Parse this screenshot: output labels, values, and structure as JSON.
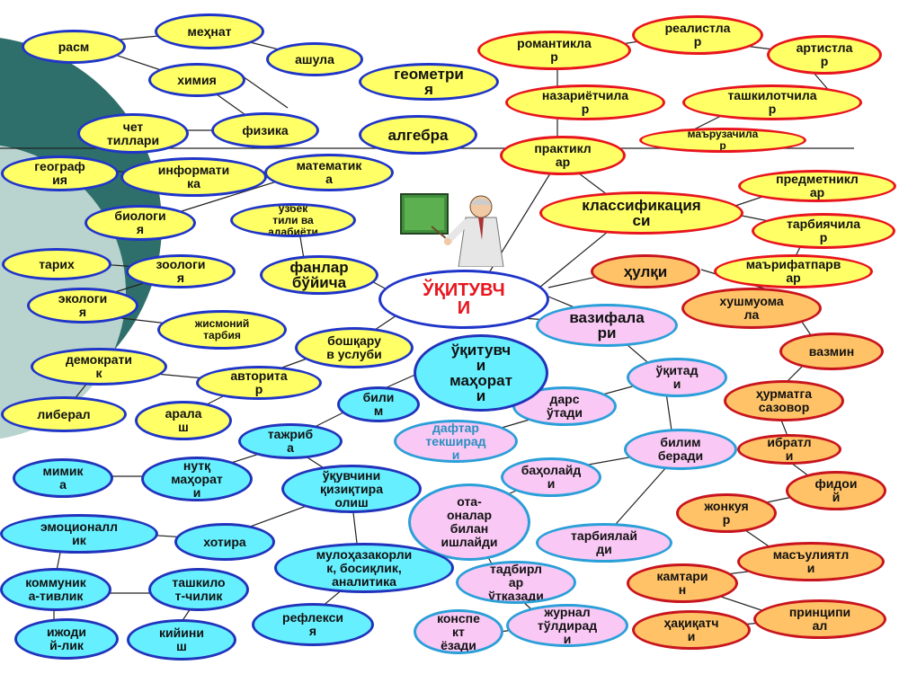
{
  "center": {
    "label": "ЎҚИТУВЧ\nИ"
  },
  "nodes": {
    "rasm": "расм",
    "mehnat": "меҳнат",
    "ashula": "ашула",
    "kimyo": "химия",
    "geometriya": "геометри\nя",
    "chet_tillari": "чет\nтиллари",
    "fizika": "физика",
    "algebra": "алгебра",
    "geografiya": "географ\nия",
    "informatika": "информати\nка",
    "matematika": "математик\nа",
    "biologiya": "биологи\nя",
    "uzbek_tili": "ўзбек\nтили ва\nадабиёти",
    "tarix": "тарих",
    "zoologiya": "зоологи\nя",
    "fanlar_buyicha": "фанлар\nбўйича",
    "ekologiya": "экологи\nя",
    "jismoniy": "жисмоний\nтарбия",
    "romantiklar": "романтикла\nр",
    "realistlar": "реалистла\nр",
    "artistlar": "артистла\nр",
    "nazariyotchilar": "назариётчила\nр",
    "tashkilotchilar": "ташкилотчила\nр",
    "amaliyotchilar": "практикл\nар",
    "maruzachilar": "маърузачила\nр",
    "predmetniklar": "предметникл\nар",
    "klassifikatsiya": "классификация\nси",
    "tarbiyachilar": "тарбиячила\nр",
    "marifatparvar": "маърифатпарв\nар",
    "xulqi": "ҳулқи",
    "xushmuomala": "хушмуома\nла",
    "vazmin": "вазмин",
    "hurmatga": "ҳурматга\nсазовор",
    "ibratli": "ибратл\nи",
    "fidoiy": "фидои\nй",
    "jonkuyar": "жонкуя\nр",
    "masuliyatli": "масъулиятл\nи",
    "kamtarin": "камтари\nн",
    "printsipial": "принципи\nал",
    "haqiqatchi": "ҳақиқатч\nи",
    "vazifalari": "вазифала\nри",
    "uqitadi": "ўқитад\nи",
    "dars_utadi": "дарс\nўтади",
    "daftar": "дафтар\nтекширад\nи",
    "bilim_beradi": "билим\nберади",
    "baholaydi": "баҳолайд\nи",
    "ota_onalar": "ота-\nоналар\nбилан\nишлайди",
    "tarbiyalaydi": "тарбиялай\nди",
    "tadbirlar": "тадбирл\nар\nўтказади",
    "jurnal": "журнал\nтўлдирад\nи",
    "konspekt": "конспе\nкт\nёзади",
    "boshqaruv": "бошқару\nв услуби",
    "demokratik": "демократи\nк",
    "avtoritar": "авторита\nр",
    "liberal": "либерал",
    "aralash": "арала\nш",
    "mahorati": "ўқитувч\nи\nмаҳорат\nи",
    "bilim": "били\nм",
    "tajriba": "тажриб\nа",
    "mimika": "мимик\nа",
    "nutq": "нутқ\nмаҳорат\nи",
    "qiziqtira": "ўқувчини\nқизиқтира\nолиш",
    "emotsional": "эмоционалл\nик",
    "xotira": "хотира",
    "muloxaza": "мулоҳазакорли\nк, босиқлик,\nаналитика",
    "kommunikativ": "коммуник\nа-тивлик",
    "tashkilotchilik": "ташкило\nт-чилик",
    "ijodiylik": "ижоди\nй-лик",
    "kiyinish": "кийини\nш",
    "refleksiya": "рефлекси\nя"
  },
  "colors": {
    "subject_fill": "#ffff66",
    "subject_border": "#1f35c9",
    "class_border": "#e8141e",
    "duty_fill": "#f9c8f5",
    "skill_fill": "#66f0ff",
    "trait_fill": "#ffc266",
    "center_text": "#e8141e"
  }
}
